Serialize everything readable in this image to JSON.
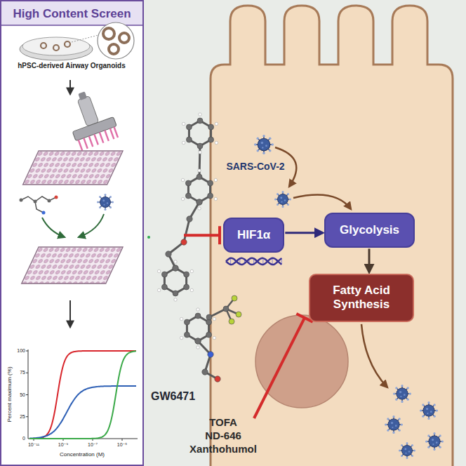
{
  "diagram": {
    "nodes": [
      {
        "text": [
          "High Content Screen"
        ]
      },
      {
        "text": [
          "HIF1α"
        ]
      },
      {
        "text": [
          "Glycolysis"
        ]
      },
      {
        "text": [
          "Fatty Acid Synthesis"
        ]
      }
    ],
    "edges": [
      {
        "from": 1,
        "to": 2,
        "arrow": "to"
      },
      {
        "from": 2,
        "to": 3,
        "arrow": "to"
      }
    ],
    "labels": [
      "hPSC-derived Airway Organoids",
      "100",
      "75",
      "50",
      "25",
      "0",
      "10⁻¹¹",
      "10⁻⁹",
      "10⁻⁷",
      "10⁻⁵",
      "Percent maximum (%)",
      "Concentration (M)",
      "SARS-CoV-2",
      "GW6471",
      "TOFA",
      "ND-646",
      "Xanthohumol"
    ]
  }
}
